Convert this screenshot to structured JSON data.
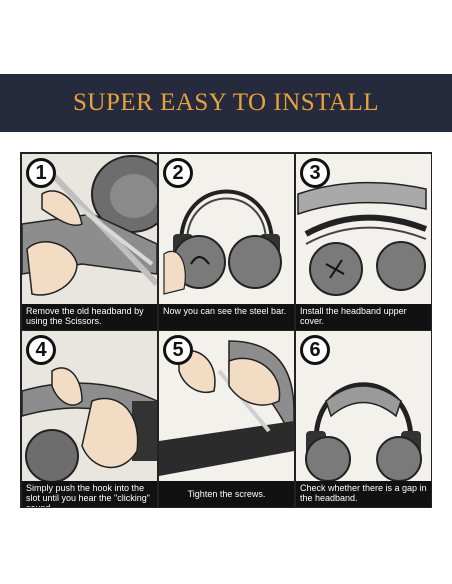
{
  "title": "SUPER EASY TO INSTALL",
  "colors": {
    "banner_bg": "#252b3d",
    "banner_text": "#e8a13c",
    "caption_bg": "#111111"
  },
  "steps": [
    {
      "number": "1",
      "caption": "Remove the old headband by using the Scissors."
    },
    {
      "number": "2",
      "caption": "Now you can see the steel bar."
    },
    {
      "number": "3",
      "caption": "Install the headband upper cover."
    },
    {
      "number": "4",
      "caption": "Simply push the hook into the slot until you hear the \"clicking\" sound."
    },
    {
      "number": "5",
      "caption": "Tighten the screws."
    },
    {
      "number": "6",
      "caption": "Check whether there is a gap in the headband."
    }
  ]
}
